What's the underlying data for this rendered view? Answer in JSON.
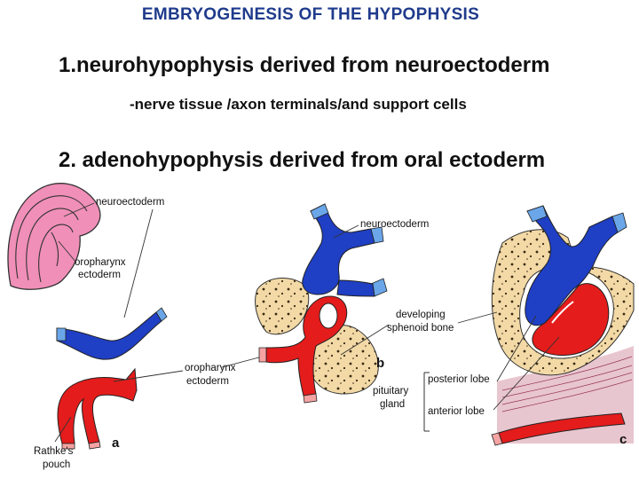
{
  "title": "EMBRYOGENESIS OF THE HYPOPHYSIS",
  "points": [
    {
      "text": "1.neurohypophysis derived from neuroectoderm"
    },
    {
      "text": "-nerve tissue /axon terminals/and support cells"
    },
    {
      "text": "2. adenohypophysis derived from oral ectoderm"
    }
  ],
  "figure": {
    "panel_a": {
      "letter": "a",
      "labels": {
        "neuroectoderm": "neuroectoderm",
        "oropharynx_1": "oropharynx",
        "oropharynx_2": "ectoderm",
        "rathke_1": "Rathke's",
        "rathke_2": "pouch"
      }
    },
    "shared": {
      "oropharynx_1": "oropharynx",
      "oropharynx_2": "ectoderm"
    },
    "panel_b": {
      "letter": "b",
      "labels": {
        "neuroectoderm": "neuroectoderm",
        "sphenoid_1": "developing",
        "sphenoid_2": "sphenoid bone"
      }
    },
    "panel_c": {
      "letter": "c",
      "labels": {
        "pituitary_1": "pituitary",
        "pituitary_2": "gland",
        "posterior": "posterior lobe",
        "anterior": "anterior lobe"
      }
    },
    "colors": {
      "neuroectoderm": "#1f3fc4",
      "oral_ectoderm": "#e41c1c",
      "bone": "#f2d9a6",
      "embryo": "#f08fb8"
    }
  }
}
